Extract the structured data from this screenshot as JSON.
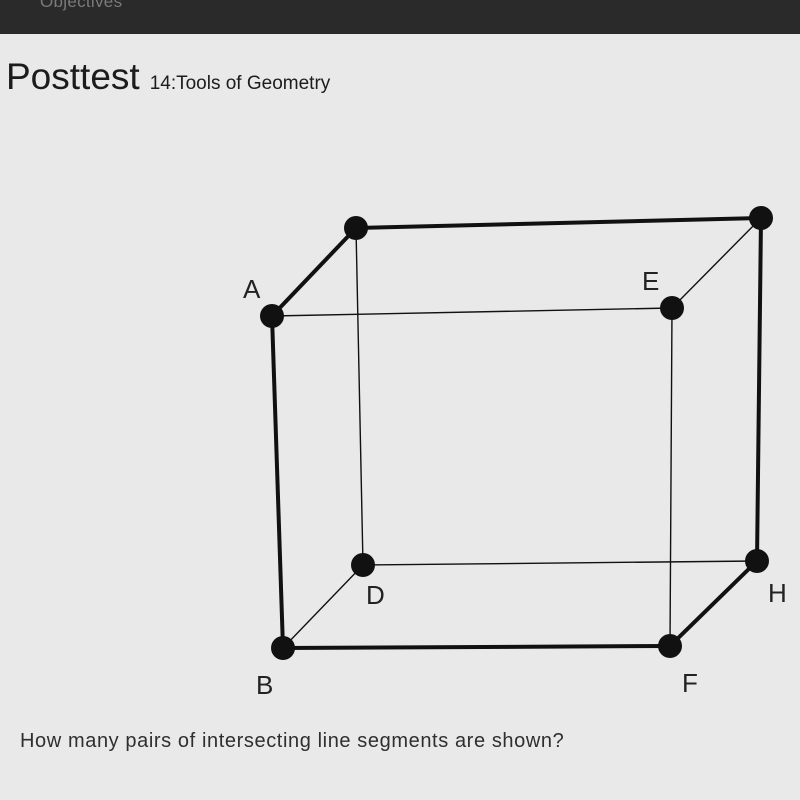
{
  "nav": {
    "label": "Objectives"
  },
  "header": {
    "title": "Posttest",
    "subtitle": "14:Tools of Geometry"
  },
  "figure": {
    "labels": {
      "A": "A",
      "B": "B",
      "D": "D",
      "E": "E",
      "F": "F",
      "H": "H"
    }
  },
  "question": {
    "text": "How many pairs of intersecting line segments are shown?"
  },
  "colors": {
    "ink": "#111111",
    "background": "#e9e9e9",
    "topbar": "#2a2a2a"
  }
}
